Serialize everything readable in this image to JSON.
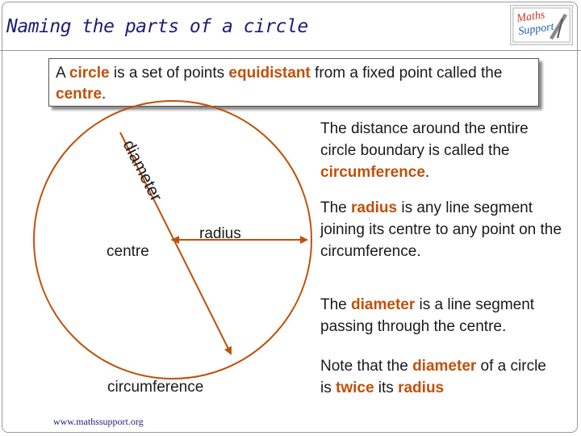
{
  "title": "Naming the parts of a circle",
  "logo": {
    "line1": "Maths",
    "line2": "Support"
  },
  "definition": {
    "p1": "A ",
    "circle": "circle",
    "p2": " is a set of points ",
    "equidistant": "equidistant",
    "p3": " from a fixed point called the ",
    "centre": "centre",
    "p4": "."
  },
  "diagram": {
    "diameter_label": "diameter",
    "radius_label": "radius",
    "centre_label": "centre",
    "circumference_label": "circumference",
    "colors": {
      "circle": "#c0500a",
      "text_highlight": "#c0500a"
    }
  },
  "notes": {
    "circumference": {
      "p1": "The distance around the entire circle boundary is called the ",
      "term": "circumference",
      "p2": "."
    },
    "radius": {
      "p1": "The ",
      "term": "radius",
      "p2": " is any line segment joining its centre to any point on the circumference."
    },
    "diameter": {
      "p1": "The ",
      "term": "diameter",
      "p2": " is a line segment passing through the centre."
    },
    "twice": {
      "p1": "Note that the ",
      "term1": "diameter",
      "p2": " of a circle is ",
      "term2": "twice",
      "p3": " its ",
      "term3": "radius"
    }
  },
  "footer": {
    "url": "www.mathssupport.org"
  }
}
